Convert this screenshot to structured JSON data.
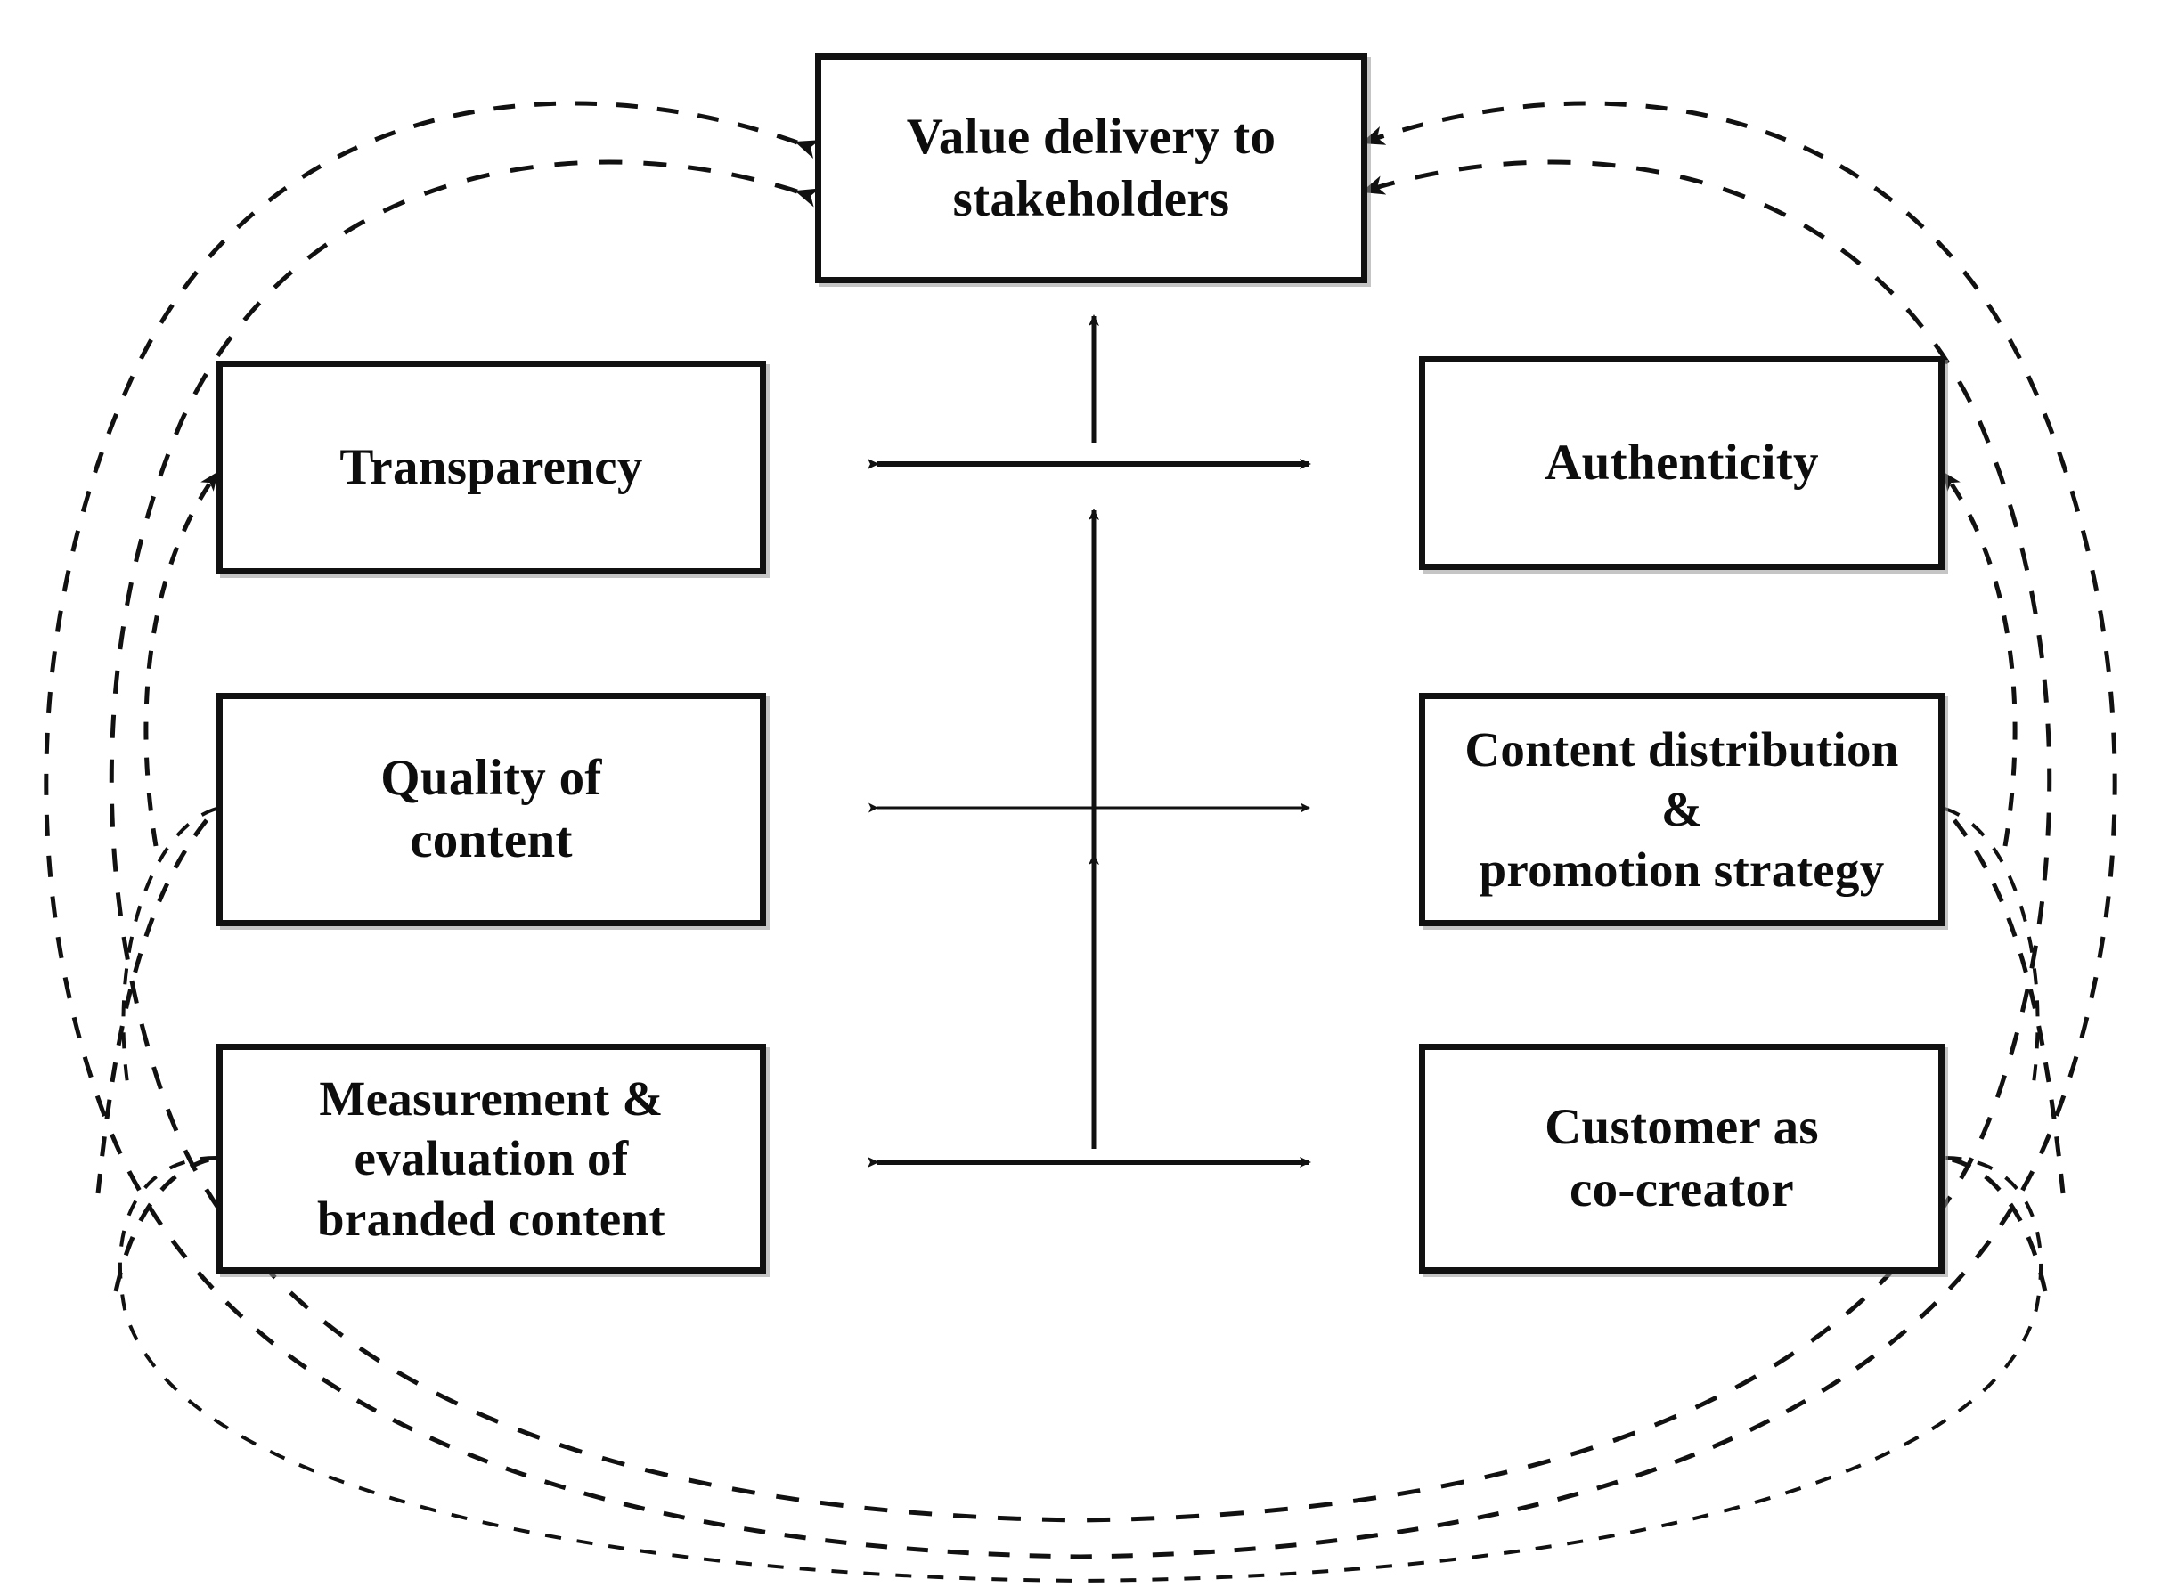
{
  "diagram": {
    "type": "framework-diagram",
    "background_color": "#ffffff",
    "line_color": "#111111",
    "nodes": {
      "top": {
        "id": "value-delivery",
        "label": "Value delivery to\nstakeholders"
      },
      "left": [
        {
          "id": "transparency",
          "label": "Transparency"
        },
        {
          "id": "quality-of-content",
          "label": "Quality of\ncontent"
        },
        {
          "id": "measurement-evaluation",
          "label": "Measurement &\nevaluation of\nbranded content"
        }
      ],
      "right": [
        {
          "id": "authenticity",
          "label": "Authenticity"
        },
        {
          "id": "content-distribution",
          "label": "Content distribution\n&\npromotion strategy"
        },
        {
          "id": "customer-co-creator",
          "label": "Customer as\nco-creator"
        }
      ]
    },
    "connectors": {
      "horizontal_double_arrows": [
        {
          "from": "transparency",
          "to": "authenticity",
          "style": "solid",
          "heads": "both"
        },
        {
          "from": "quality-of-content",
          "to": "content-distribution",
          "style": "solid-thin",
          "heads": "both"
        },
        {
          "from": "measurement-evaluation",
          "to": "customer-co-creator",
          "style": "solid",
          "heads": "both"
        }
      ],
      "vertical_up_arrows": [
        {
          "to": "value-delivery",
          "style": "solid",
          "heads": "up"
        },
        {
          "to": "transparency-row",
          "style": "solid",
          "heads": "up"
        },
        {
          "to": "quality-row",
          "style": "solid",
          "heads": "up"
        }
      ],
      "dashed_feedback_curves": [
        {
          "from": "transparency",
          "to": "value-delivery",
          "side": "left",
          "style": "dashed",
          "heads": "arrow"
        },
        {
          "from": "quality-of-content",
          "to": "value-delivery",
          "side": "left",
          "style": "dashed",
          "heads": "arrow"
        },
        {
          "from": "measurement-evaluation",
          "to": "value-delivery",
          "side": "left",
          "style": "dashed",
          "heads": "arrow"
        },
        {
          "from": "authenticity",
          "to": "value-delivery",
          "side": "right",
          "style": "dashed",
          "heads": "arrow"
        },
        {
          "from": "content-distribution",
          "to": "value-delivery",
          "side": "right",
          "style": "dashed",
          "heads": "arrow"
        },
        {
          "from": "customer-co-creator",
          "to": "value-delivery",
          "side": "right",
          "style": "dashed",
          "heads": "arrow"
        }
      ]
    }
  }
}
